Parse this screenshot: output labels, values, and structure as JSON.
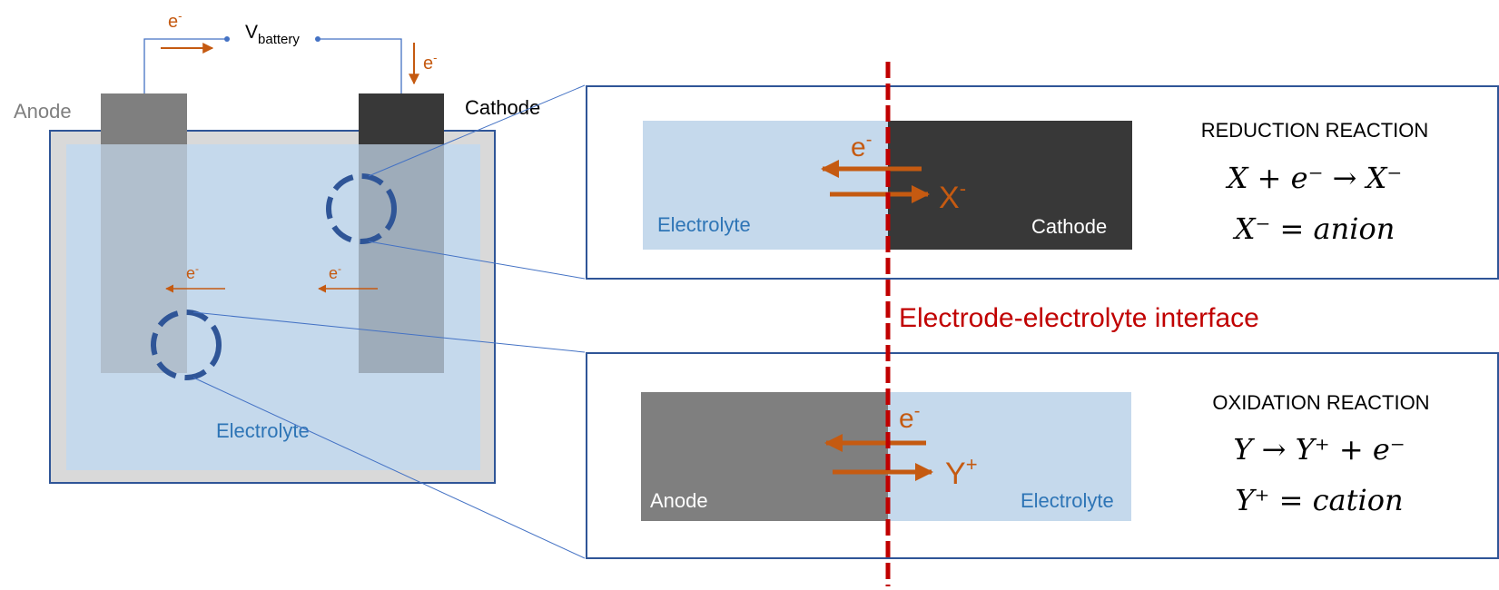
{
  "colors": {
    "electron_orange": "#c55a11",
    "electrolyte_text": "#2e75b6",
    "interface_red": "#c00000",
    "electrolyte_fill": "#c5d9ec",
    "anode_fill": "#7f7f7f",
    "cathode_fill": "#383838",
    "frame_blue": "#2f5597",
    "wire_blue": "#4472c4",
    "casing_grey": "#d9d9d9"
  },
  "battery": {
    "anode_label": "Anode",
    "cathode_label": "Cathode",
    "electrolyte_label": "Electrolyte",
    "voltage_main": "V",
    "voltage_sub": "battery",
    "electron": "e",
    "electron_sup": "-"
  },
  "interface_label": "Electrode-electrolyte interface",
  "reduction_panel": {
    "title": "REDUCTION REACTION",
    "electrolyte_label": "Electrolyte",
    "electrode_label": "Cathode",
    "electron": "e",
    "electron_sup": "-",
    "ion": "X",
    "ion_sup": "-",
    "equation_1": "X +  e⁻  →  X⁻",
    "equation_2": "X⁻ = anion"
  },
  "oxidation_panel": {
    "title": "OXIDATION REACTION",
    "electrolyte_label": "Electrolyte",
    "electrode_label": "Anode",
    "electron": "e",
    "electron_sup": "-",
    "ion": "Y",
    "ion_sup": "+",
    "equation_1": "Y  →  Y⁺ +  e⁻",
    "equation_2": "Y⁺ = cation"
  }
}
